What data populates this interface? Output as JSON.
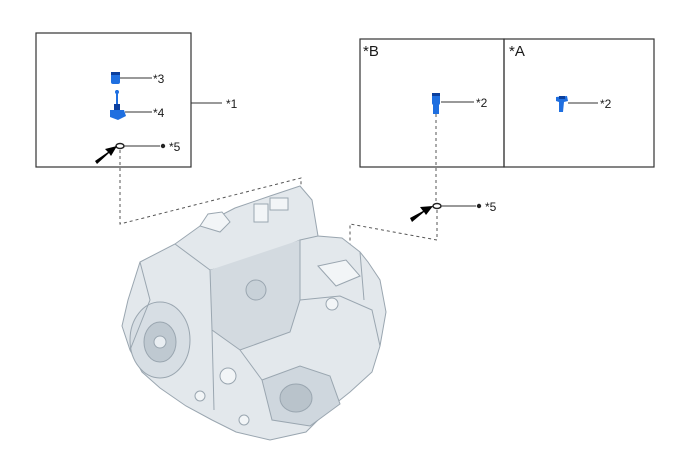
{
  "callouts": {
    "assembly": "*1",
    "sensor_b": "*2",
    "sensor_a": "*2",
    "plug": "*3",
    "sensor_assy": "*4",
    "oring_left": "*5",
    "oring_right": "*5"
  },
  "views": {
    "view_b": "*B",
    "view_a": "*A"
  },
  "colors": {
    "part_blue": "#1f6fe0",
    "part_dark": "#0b3f9e",
    "transmission_fill": "#e3e8ec",
    "transmission_shade": "#b9c3cb",
    "line": "#333333",
    "arrow": "#000000"
  },
  "icons": {
    "insertion_arrow": "arrow-icon",
    "dot_marker": "dot-icon"
  }
}
